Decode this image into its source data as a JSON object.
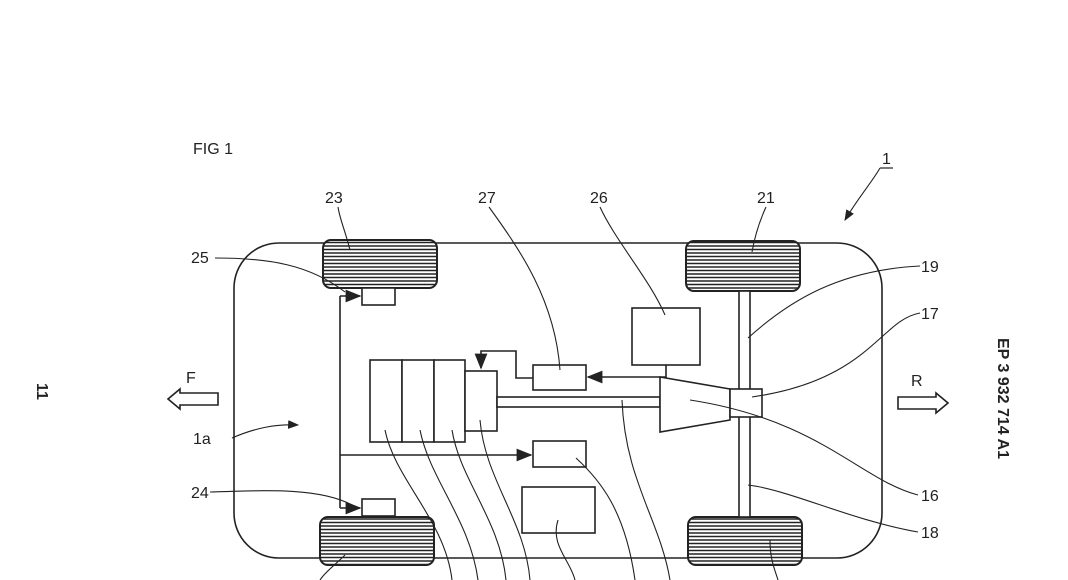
{
  "figure_title": "FIG 1",
  "page_number": "11",
  "publication_number": "EP 3 932 714 A1",
  "direction_labels": {
    "front": "F",
    "rear": "R"
  },
  "reference_numerals": {
    "vehicle": "1",
    "interior": "1a",
    "gearbox": "16",
    "differential": "17",
    "rear_axle_lower": "18",
    "rear_axle_upper": "19",
    "rear_wheel_top": "21",
    "front_wheel_top": "23",
    "front_actuator_bottom": "24",
    "front_actuator_top": "25",
    "unit_26": "26",
    "unit_27": "27"
  }
}
